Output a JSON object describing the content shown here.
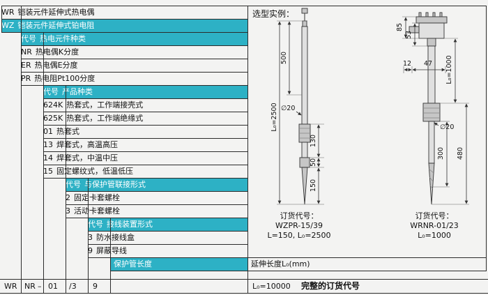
{
  "page": {
    "title_example": "选型实例：",
    "strip": {
      "segments": [
        "WR",
        "NR",
        "–",
        "01",
        "/3",
        "9"
      ],
      "length": "L₀=10000",
      "label": "完整的订货代号"
    }
  },
  "series": {
    "wr": {
      "code": "WR",
      "desc": "铠装元件延伸式热电偶"
    },
    "wz": {
      "code": "WZ",
      "desc": "铠装元件延伸式铂电阻"
    }
  },
  "element": {
    "header": {
      "code": "代号",
      "title": "热电元件种类"
    },
    "rows": [
      {
        "code": "NR",
        "desc": "热电偶K分度"
      },
      {
        "code": "ER",
        "desc": "热电偶E分度"
      },
      {
        "code": "PR",
        "desc": "热电阻Pt100分度"
      }
    ]
  },
  "product": {
    "header": {
      "code": "代号",
      "title": "产品种类"
    },
    "rows": [
      {
        "code": "624K",
        "desc": "热套式，工作端接壳式"
      },
      {
        "code": "625K",
        "desc": "热套式，工作端绝缘式"
      },
      {
        "code": "01",
        "desc": "热套式"
      },
      {
        "code": "13",
        "desc": "焊套式，高温高压"
      },
      {
        "code": "14",
        "desc": "焊套式，中温中压"
      },
      {
        "code": "15",
        "desc": "固定螺纹式，低温低压"
      }
    ]
  },
  "connection": {
    "header": {
      "code": "代号",
      "title": "与保护管联接形式"
    },
    "rows": [
      {
        "code": "2",
        "desc": "固定卡套螺栓"
      },
      {
        "code": "3",
        "desc": "活动卡套螺栓"
      }
    ]
  },
  "terminal": {
    "header": {
      "code": "代号",
      "title": "接线装置形式"
    },
    "rows": [
      {
        "code": "3",
        "desc": "防水接线盒"
      },
      {
        "code": "9",
        "desc": "屏蔽导线"
      }
    ]
  },
  "length_row": {
    "title": "保护管长度",
    "value": "延伸长度L₀(mm)"
  },
  "examples": {
    "left": {
      "label": "订货代号：",
      "code": "WZPR-15/39",
      "note": "L=150, L₀=2500"
    },
    "right": {
      "label": "订货代号：",
      "code": "WRNR-01/23",
      "note": "L₀=1000"
    }
  },
  "diagram_left": {
    "dim_total": "L₀=2500",
    "dim_upper": "500",
    "dia": "∅20",
    "dim_a": "130",
    "dim_b": "50",
    "dim_c": "150"
  },
  "diagram_right": {
    "dim_head": "85",
    "dim_neck": "53",
    "dim_off1": "12",
    "dim_off2": "47",
    "dim_total": "L₀=1000",
    "dia": "∅20",
    "dim_lower": "300",
    "dim_outer": "480"
  },
  "colors": {
    "accent": "#2db1c5"
  }
}
